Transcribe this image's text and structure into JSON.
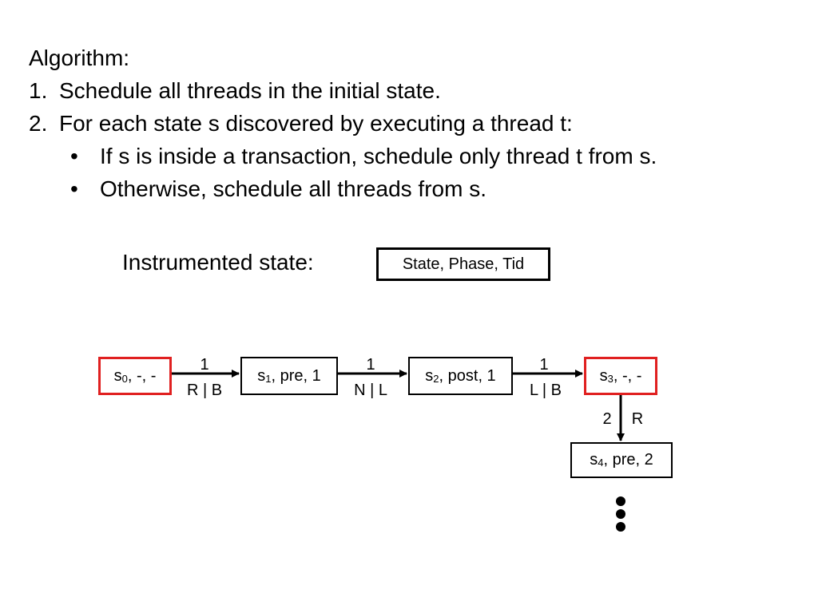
{
  "algorithm": {
    "heading": "Algorithm:",
    "steps": [
      {
        "num": "1.",
        "text": "Schedule all threads in the initial state."
      },
      {
        "num": "2.",
        "text": "For each state s discovered by executing a thread t:"
      }
    ],
    "bullets": [
      "If s is inside a transaction, schedule only thread t from s.",
      "Otherwise, schedule all threads from s."
    ],
    "bullet_glyph": "•"
  },
  "instrumented": {
    "label": "Instrumented state:",
    "box_text": "State, Phase, Tid"
  },
  "states": {
    "s0": {
      "base": "s",
      "sub": "0",
      "rest": ", -, -",
      "highlighted": true
    },
    "s1": {
      "base": "s",
      "sub": "1",
      "rest": ", pre, 1",
      "highlighted": false
    },
    "s2": {
      "base": "s",
      "sub": "2",
      "rest": ", post, 1",
      "highlighted": false
    },
    "s3": {
      "base": "s",
      "sub": "3",
      "rest": ", -, -",
      "highlighted": true
    },
    "s4": {
      "base": "s",
      "sub": "4",
      "rest": ", pre, 2",
      "highlighted": false
    }
  },
  "edges": {
    "e01": {
      "thread": "1",
      "label": "R | B"
    },
    "e12": {
      "thread": "1",
      "label": "N | L"
    },
    "e23": {
      "thread": "1",
      "label": "L | B"
    },
    "e34": {
      "thread": "2",
      "label": "R"
    }
  },
  "colors": {
    "highlight": "#e02020",
    "ink": "#000000"
  }
}
